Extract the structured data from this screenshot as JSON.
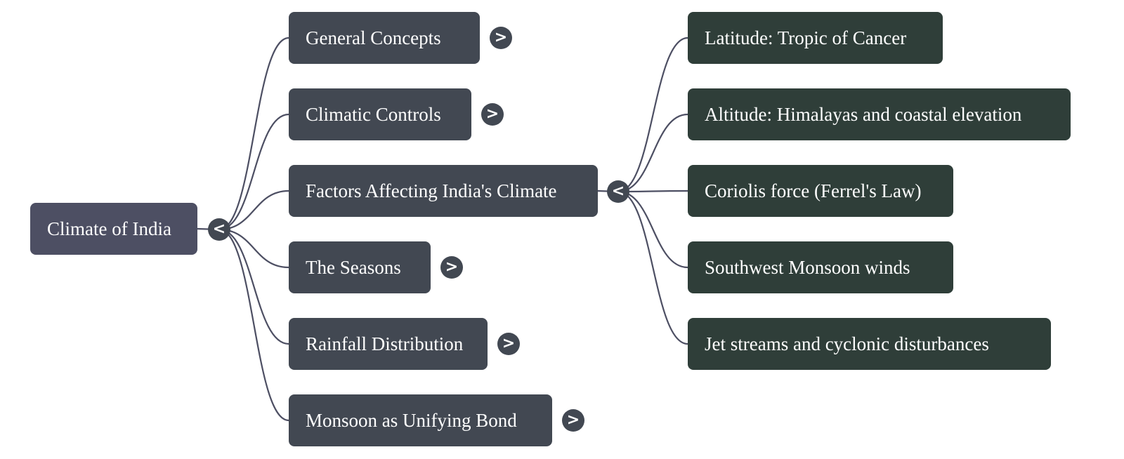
{
  "colors": {
    "root_node": "#4d4f63",
    "branch_node": "#424852",
    "leaf_node": "#2f3e39",
    "toggle": "#424852",
    "edge": "#4d4f63"
  },
  "root": {
    "label": "Climate of India",
    "toggle": "<"
  },
  "branches": [
    {
      "label": "General Concepts",
      "toggle": ">"
    },
    {
      "label": "Climatic Controls",
      "toggle": ">"
    },
    {
      "label": "Factors Affecting India's Climate",
      "toggle": "<"
    },
    {
      "label": "The Seasons",
      "toggle": ">"
    },
    {
      "label": "Rainfall Distribution",
      "toggle": ">"
    },
    {
      "label": "Monsoon as Unifying Bond",
      "toggle": ">"
    }
  ],
  "leaves": [
    {
      "label": "Latitude: Tropic of Cancer"
    },
    {
      "label": "Altitude: Himalayas and coastal elevation"
    },
    {
      "label": "Coriolis force (Ferrel's Law)"
    },
    {
      "label": "Southwest Monsoon winds"
    },
    {
      "label": "Jet streams and cyclonic disturbances"
    }
  ]
}
